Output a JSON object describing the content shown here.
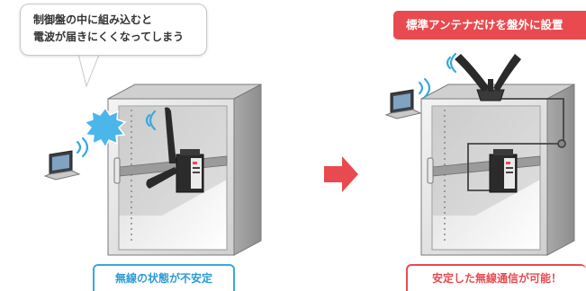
{
  "left_panel": {
    "bubble": {
      "line1": "制御盤の中に組み込むと",
      "line2": "電波が届きにくくなってしまう"
    },
    "status_label": "無線の状態が不安定",
    "status_color": "#38a8e0"
  },
  "right_panel": {
    "banner": "標準アンテナだけを盤外に設置",
    "banner_color": "#e84a4f",
    "status_label": "安定した無線通信が可能！",
    "status_color": "#e84a4f"
  },
  "arrow_color": "#e84a4f"
}
